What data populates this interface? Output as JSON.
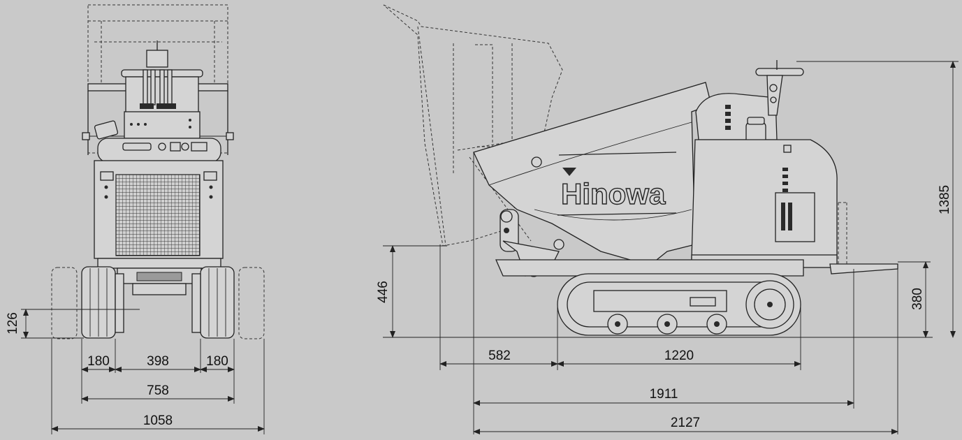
{
  "brand": {
    "logo_text": "Hinowa"
  },
  "front_view": {
    "dimensions": {
      "ground_clearance": "126",
      "track_width_left": "180",
      "track_gap": "398",
      "track_width_right": "180",
      "track_gauge_outer": "758",
      "overall_width": "1058"
    }
  },
  "side_view": {
    "dimensions": {
      "front_overhang": "582",
      "track_length": "1220",
      "length_without_platform": "1911",
      "overall_length": "2127",
      "overall_height": "1385",
      "tip_height": "446",
      "platform_height": "380"
    }
  },
  "colors": {
    "background": "#c9c9c9",
    "line": "#222222"
  }
}
